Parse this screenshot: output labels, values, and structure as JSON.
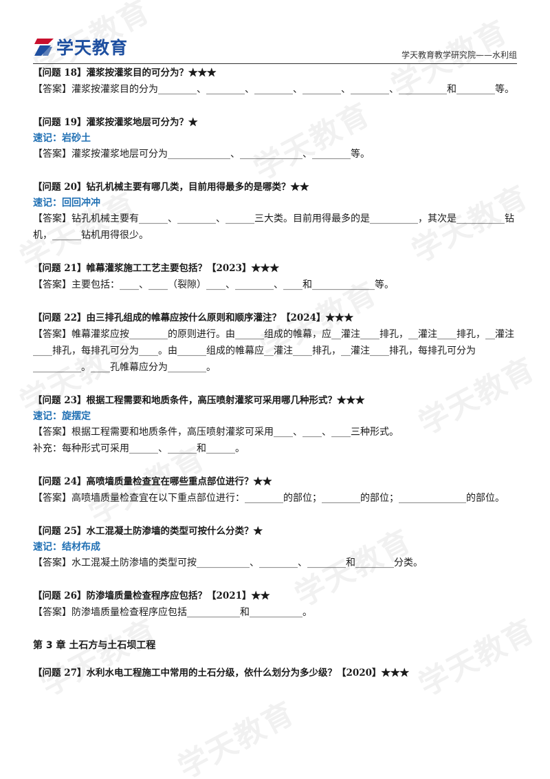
{
  "header": {
    "logo_text": "学天教育",
    "org": "学天教育教学研究院——水利组"
  },
  "watermark_text": "学天教育",
  "blocks": [
    {
      "question": "【问题 18】灌浆按灌浆目的可分为？★★★",
      "memo": "",
      "answer": "【答案】灌浆按灌浆目的分为________、________、________、________、________、__________和________等。"
    },
    {
      "question": "【问题 19】灌浆按灌浆地层可分为？★",
      "memo": "速记：岩砂土",
      "answer": "【答案】灌浆按灌浆地层可分为_____________、_____________、________等。"
    },
    {
      "question": "【问题 20】钻孔机械主要有哪几类，目前用得最多的是哪类？★★",
      "memo": "速记：回回冲冲",
      "answer": "【答案】钻孔机械主要有______、________、______三大类。目前用得最多的是__________，其次是__________钻机，______钻机用得很少。"
    },
    {
      "question": "【问题 21】帷幕灌浆施工工艺主要包括？【2023】★★★",
      "memo": "",
      "answer": "【答案】主要包括：____、____（裂隙）____、________、____和_____________等。"
    },
    {
      "question": "【问题 22】由三排孔组成的帷幕应按什么原则和顺序灌注？【2024】★★★",
      "memo": "",
      "answer": "【答案】帷幕灌浆应按________的原则进行。由______组成的帷幕，应__灌注____排孔，__灌注____排孔，__灌注____排孔，每排孔可分为____。由______组成的帷幕应__灌注____排孔，__灌注____排孔，每排孔可分为__________。____孔帷幕应分为________。"
    },
    {
      "question": "【问题 23】根据工程需要和地质条件，高压喷射灌浆可采用哪几种形式？★★★",
      "memo": "速记：旋摆定",
      "answer": "【答案】根据工程需要和地质条件，高压喷射灌浆可采用____、____、____三种形式。",
      "extra": "补充：每种形式可采用______、______和______。"
    },
    {
      "question": "【问题 24】高喷墙质量检查宜在哪些重点部位进行？★★",
      "memo": "",
      "answer": "【答案】高喷墙质量检查宜在以下重点部位进行：________的部位；________的部位；______________的部位。"
    },
    {
      "question": "【问题 25】水工混凝土防渗墙的类型可按什么分类？★",
      "memo": "速记：结材布成",
      "answer": "【答案】水工混凝土防渗墙的类型可按___________、________、________和________分类。"
    },
    {
      "question": "【问题 26】防渗墙质量检查程序应包括？【2021】★★",
      "memo": "",
      "answer": "【答案】防渗墙质量检查程序应包括___________和___________。"
    }
  ],
  "chapter": "第 3 章  土石方与土石坝工程",
  "last_question": "【问题 27】水利水电工程施工中常用的土石分级，依什么划分为多少级？【2020】★★★"
}
